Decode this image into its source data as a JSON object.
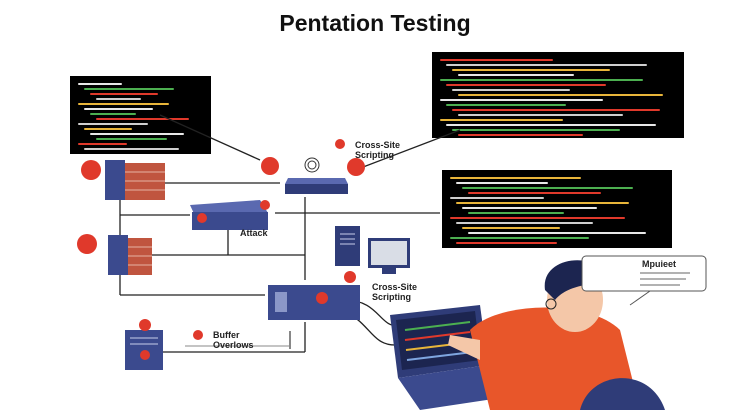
{
  "title": "Pentation Testing",
  "labels": {
    "xss_top": "Cross-Site Scripting",
    "attack": "Attack",
    "xss_server": "Cross-Site Scripting",
    "buffer": "Buffer Overlows",
    "bubble": "Mpuieet"
  },
  "colors": {
    "device": "#3b4a8e",
    "firewall": "#c0553f",
    "threat": "#e0392b",
    "shirt": "#e8562a",
    "code_bg": "#000000"
  }
}
